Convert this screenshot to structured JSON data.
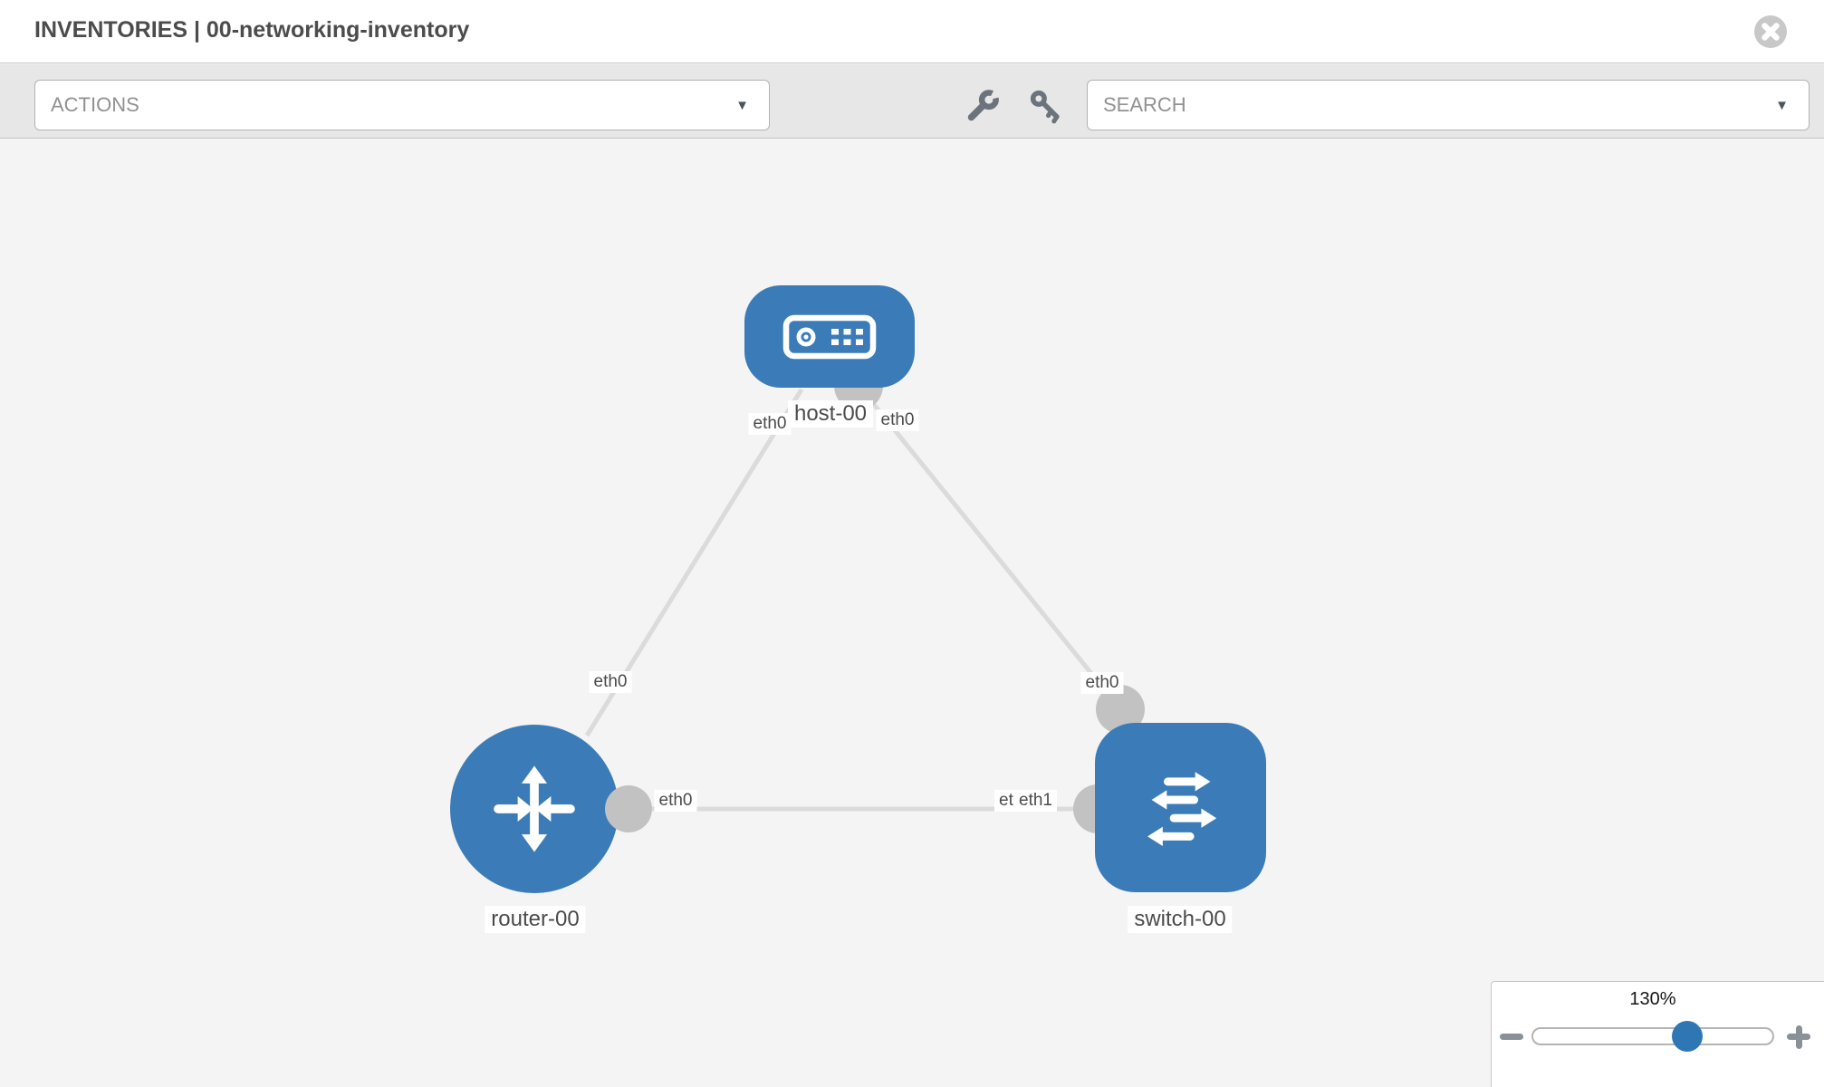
{
  "header": {
    "title": "INVENTORIES | 00-networking-inventory",
    "close_icon": "close-circle-icon"
  },
  "toolbar": {
    "actions": {
      "placeholder": "ACTIONS",
      "caret": "▼",
      "caret_icon": "chevron-down-icon"
    },
    "search": {
      "placeholder": "SEARCH",
      "caret": "▼",
      "caret_icon": "chevron-down-icon"
    },
    "tools": [
      {
        "name": "wrench-icon"
      },
      {
        "name": "key-icon"
      }
    ]
  },
  "topology": {
    "nodes": [
      {
        "id": "host-00",
        "label": "host-00",
        "type": "host",
        "shape": "rounded-rect",
        "icon": "host-icon"
      },
      {
        "id": "router-00",
        "label": "router-00",
        "type": "router",
        "shape": "circle",
        "icon": "router-icon"
      },
      {
        "id": "switch-00",
        "label": "switch-00",
        "type": "switch",
        "shape": "rounded-square",
        "icon": "switch-icon"
      }
    ],
    "links": [
      {
        "from": "router-00",
        "from_if": "eth0",
        "to": "host-00",
        "to_if": "eth0"
      },
      {
        "from": "host-00",
        "from_if": "eth0",
        "to": "switch-00",
        "to_if": "eth0"
      },
      {
        "from": "router-00",
        "from_if": "eth0",
        "to": "switch-00",
        "to_if": "eth1"
      }
    ],
    "interfaces": {
      "host_left": "eth0",
      "host_right": "eth0",
      "router_host_mid": "eth0",
      "switch_host_mid": "eth0",
      "router_right": "eth0",
      "switch_left_under": "eth0",
      "switch_left_top": "eth1"
    }
  },
  "zoom": {
    "level": "130%",
    "minus_icon": "minus-icon",
    "plus_icon": "plus-icon"
  },
  "colors": {
    "node_blue": "#3b7cb8",
    "slider_blue": "#2f77b4",
    "link_gray": "#dbdbdb",
    "port_gray": "#c2c2c2",
    "toolbar_bg": "#e7e7e7",
    "canvas_bg": "#f4f4f4",
    "title_text": "#4c4c4c"
  }
}
